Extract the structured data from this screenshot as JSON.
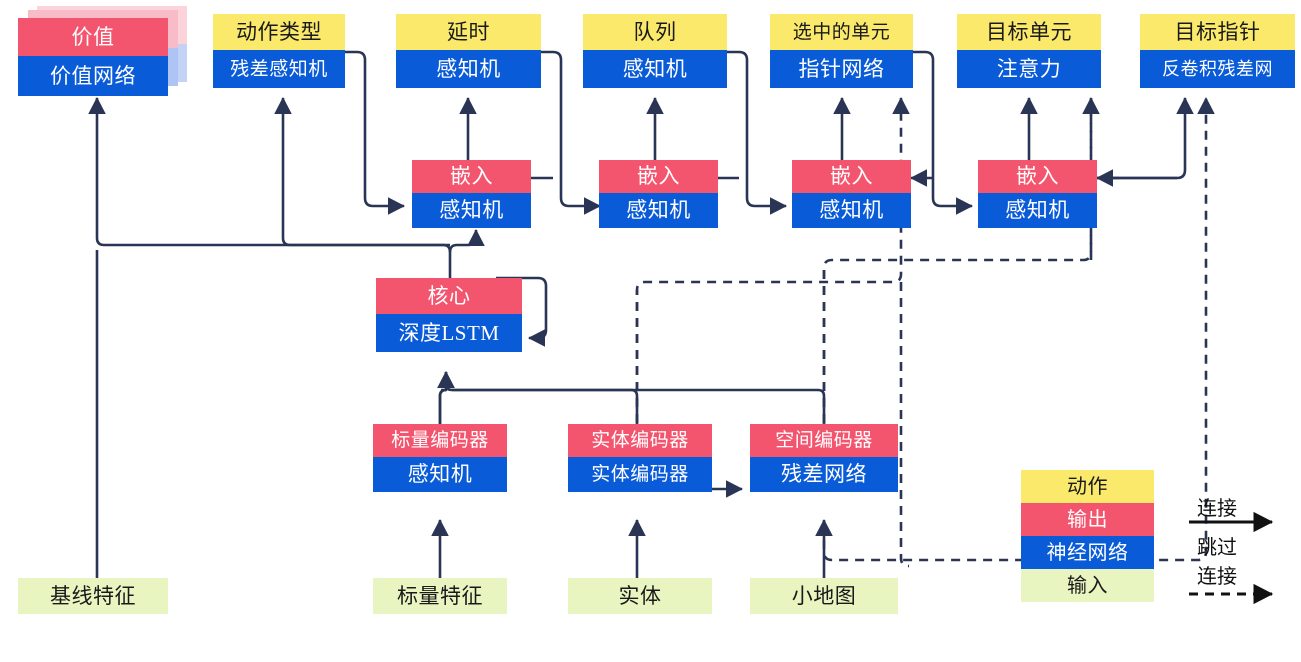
{
  "diagram": {
    "title": "AlphaStar-style agent architecture (Chinese labels)",
    "colors": {
      "action": "#FAE96B",
      "output": "#F4556E",
      "network": "#0A5BD8",
      "input": "#E8F5C0",
      "wire": "#2A3556"
    },
    "nodes": {
      "value": {
        "top": "价值",
        "bottom": "价值网络"
      },
      "action_type": {
        "top": "动作类型",
        "bottom": "残差感知机"
      },
      "delay": {
        "top": "延时",
        "bottom": "感知机"
      },
      "queue": {
        "top": "队列",
        "bottom": "感知机"
      },
      "selected_unit": {
        "top": "选中的单元",
        "bottom": "指针网络"
      },
      "target_unit": {
        "top": "目标单元",
        "bottom": "注意力"
      },
      "target_point": {
        "top": "目标指针",
        "bottom": "反卷积残差网"
      },
      "embed1": {
        "top": "嵌入",
        "bottom": "感知机"
      },
      "embed2": {
        "top": "嵌入",
        "bottom": "感知机"
      },
      "embed3": {
        "top": "嵌入",
        "bottom": "感知机"
      },
      "embed4": {
        "top": "嵌入",
        "bottom": "感知机"
      },
      "core": {
        "top": "核心",
        "bottom": "深度LSTM"
      },
      "scalar_enc": {
        "top": "标量编码器",
        "bottom": "感知机"
      },
      "entity_enc": {
        "top": "实体编码器",
        "bottom": "实体编码器"
      },
      "spatial_enc": {
        "top": "空间编码器",
        "bottom": "残差网络"
      }
    },
    "inputs": {
      "baseline": "基线特征",
      "scalar": "标量特征",
      "entities": "实体",
      "minimap": "小地图"
    },
    "legend": {
      "action": "动作",
      "output": "输出",
      "network": "神经网络",
      "input": "输入",
      "connect": "连接",
      "skip_line1": "跳过",
      "skip_line2": "连接"
    }
  }
}
